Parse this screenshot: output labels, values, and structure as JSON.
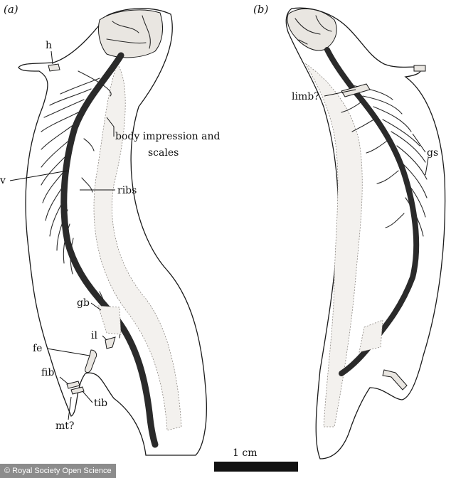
{
  "panels": {
    "a": "(a)",
    "b": "(b)"
  },
  "labels": {
    "h": "h",
    "body_impression_1": "body impression and",
    "body_impression_2": "scales",
    "v": "v",
    "ribs": "ribs",
    "gb": "gb",
    "il": "il",
    "fe": "fe",
    "fib": "fib",
    "tib": "tib",
    "mt": "mt?",
    "limb": "limb?",
    "gs": "gs"
  },
  "scale_bar": {
    "label": "1 cm"
  },
  "credit": "© Royal Society Open Science"
}
